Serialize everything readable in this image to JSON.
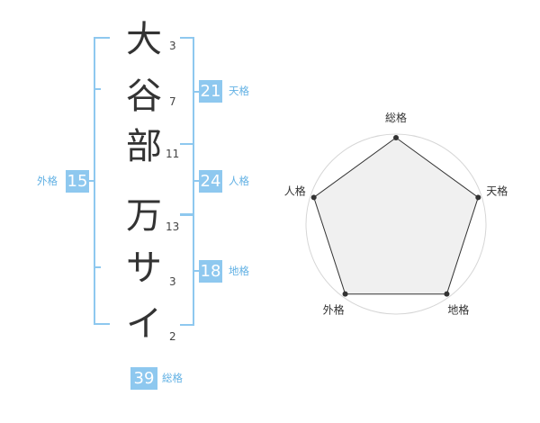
{
  "name": {
    "chars": [
      "大",
      "谷",
      "部",
      "万",
      "サ",
      "イ"
    ],
    "strokes": [
      "3",
      "7",
      "11",
      "13",
      "3",
      "2"
    ]
  },
  "kakusu": {
    "tenkaku": {
      "value": "21",
      "label": "天格"
    },
    "jinkaku": {
      "value": "24",
      "label": "人格"
    },
    "chikaku": {
      "value": "18",
      "label": "地格"
    },
    "gaikaku": {
      "value": "15",
      "label": "外格"
    },
    "soukaku": {
      "value": "39",
      "label": "総格"
    }
  },
  "chart_data": {
    "type": "radar",
    "axes": [
      "総格",
      "天格",
      "地格",
      "外格",
      "人格"
    ],
    "values": [
      4,
      4,
      4,
      4,
      4
    ],
    "max": 4,
    "rings": 4
  },
  "colors": {
    "accent": "#8ec8ef",
    "label": "#62b1e4",
    "text": "#333333"
  }
}
